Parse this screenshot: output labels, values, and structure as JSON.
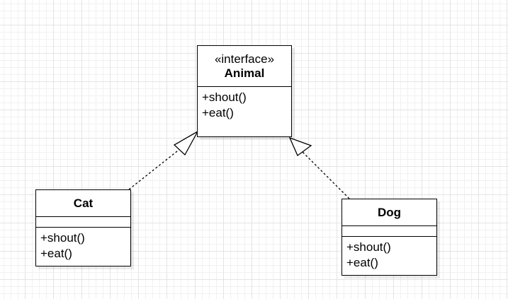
{
  "classes": {
    "animal": {
      "stereotype": "«interface»",
      "name": "Animal",
      "operations": [
        "+shout()",
        "+eat()"
      ]
    },
    "cat": {
      "name": "Cat",
      "operations": [
        "+shout()",
        "+eat()"
      ]
    },
    "dog": {
      "name": "Dog",
      "operations": [
        "+shout()",
        "+eat()"
      ]
    }
  },
  "relations": [
    {
      "from": "Cat",
      "to": "Animal",
      "type": "realization"
    },
    {
      "from": "Dog",
      "to": "Animal",
      "type": "realization"
    }
  ]
}
